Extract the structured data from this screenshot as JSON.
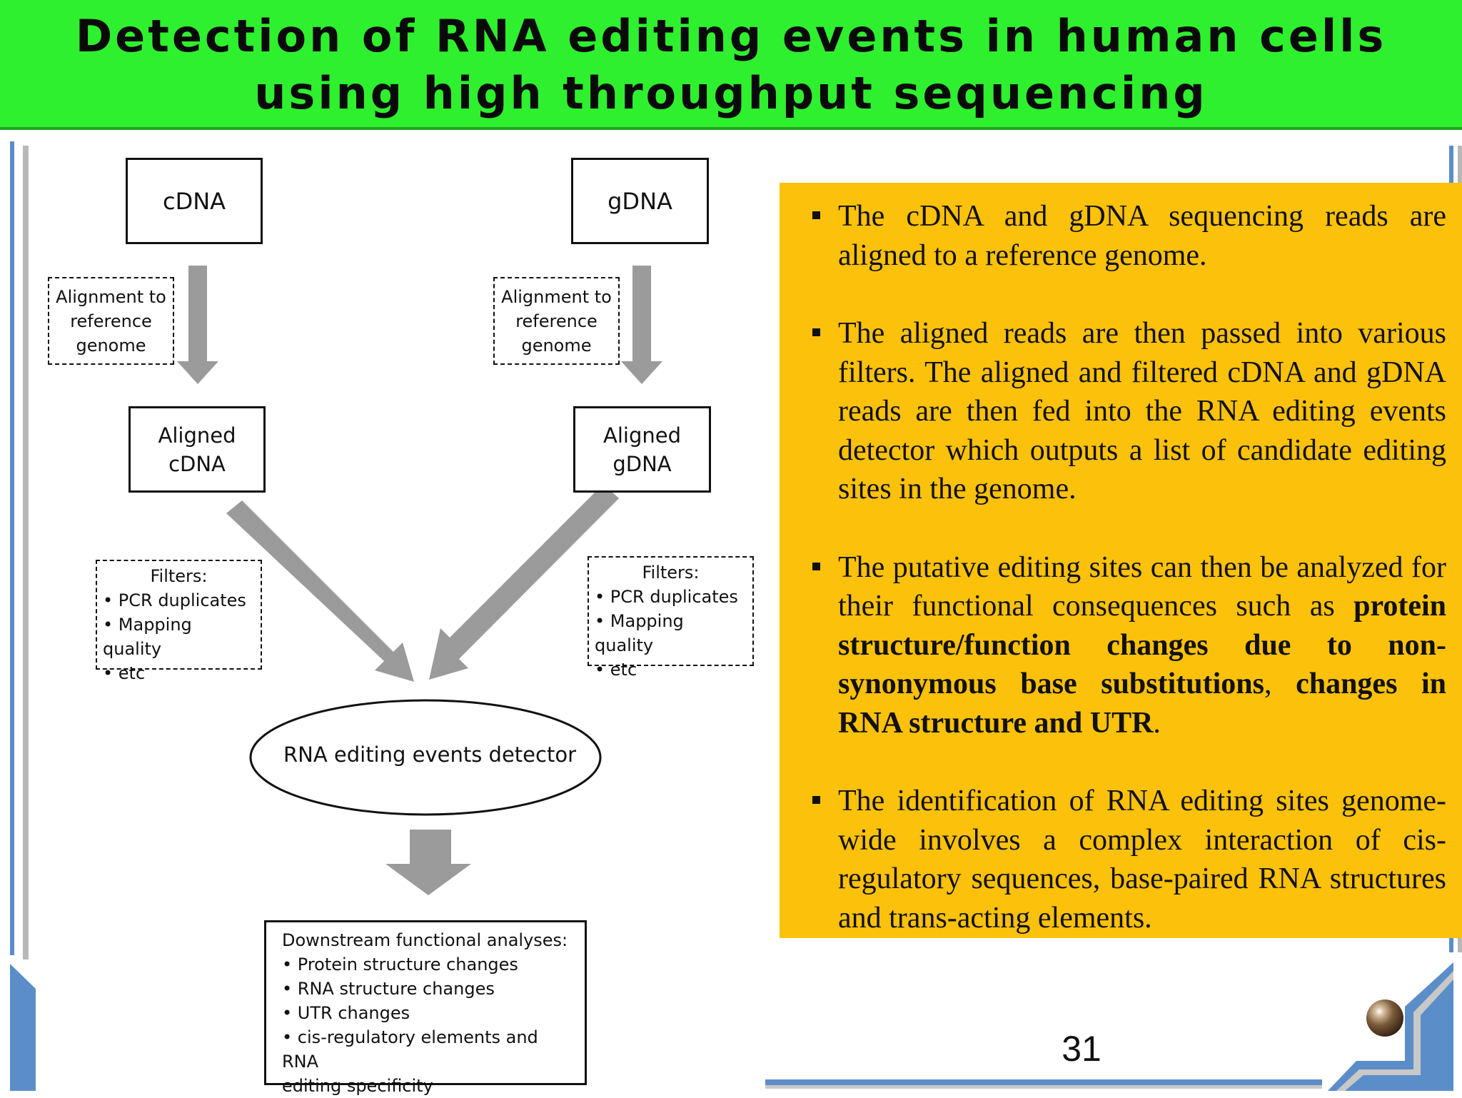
{
  "title": {
    "line1": "Detection of RNA editing events in human cells",
    "line2": "using high throughput sequencing"
  },
  "diagram": {
    "cdna": "cDNA",
    "gdna": "gDNA",
    "align_left": [
      "Alignment to",
      "reference",
      "genome"
    ],
    "align_right": [
      "Alignment to",
      "reference",
      "genome"
    ],
    "aligned_cdna": [
      "Aligned",
      "cDNA"
    ],
    "aligned_gdna": [
      "Aligned",
      "gDNA"
    ],
    "filters_left": {
      "heading": "Filters:",
      "items": [
        "• PCR duplicates",
        "• Mapping quality",
        "• etc"
      ]
    },
    "filters_right": {
      "heading": "Filters:",
      "items": [
        "• PCR duplicates",
        "• Mapping quality",
        "• etc"
      ]
    },
    "detector": "RNA editing events detector",
    "downstream": {
      "heading": "Downstream functional analyses:",
      "items": [
        "• Protein structure changes",
        "• RNA structure changes",
        "• UTR changes",
        "• cis-regulatory elements and RNA",
        "editing specificity"
      ]
    }
  },
  "info": {
    "bullet1": "The cDNA and gDNA sequencing reads are aligned to a reference genome.",
    "bullet2": "The aligned reads are then passed into various filters. The aligned and filtered cDNA and gDNA reads are then fed into the RNA editing events detector which outputs a list of candidate editing sites in the genome.",
    "bullet3": {
      "pre": "The putative editing sites can then be analyzed for their functional consequences such as ",
      "bold1": "protein structure/function changes due to non-synonymous base substitutions",
      "mid": ", ",
      "bold2": "changes in RNA structure and UTR",
      "post": "."
    },
    "bullet4": "The identification of RNA editing sites genome-wide involves a complex interaction of cis-regulatory sequences, base-paired RNA structures and trans-acting elements."
  },
  "page_number": "31",
  "colors": {
    "title_bg": "#2ef02e",
    "panel_bg": "#fcc10a",
    "arrow": "#9b9b9b",
    "accent_blue": "#5b8dc9"
  }
}
